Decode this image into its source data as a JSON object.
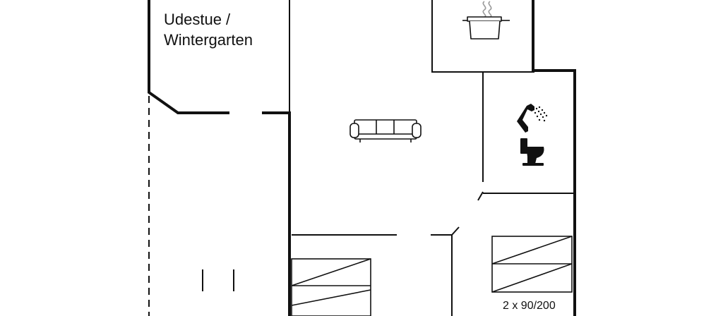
{
  "rooms": {
    "sunroom": {
      "label_line1": "Udestue /",
      "label_line2": "Wintergarten"
    },
    "bedroom": {
      "bed_label": "2 x 90/200"
    }
  },
  "icons": [
    "cooking-pot-icon",
    "sofa-icon",
    "shower-icon",
    "toilet-icon",
    "single-bed-icon"
  ],
  "colors": {
    "wall": "#111111",
    "background": "#ffffff"
  }
}
